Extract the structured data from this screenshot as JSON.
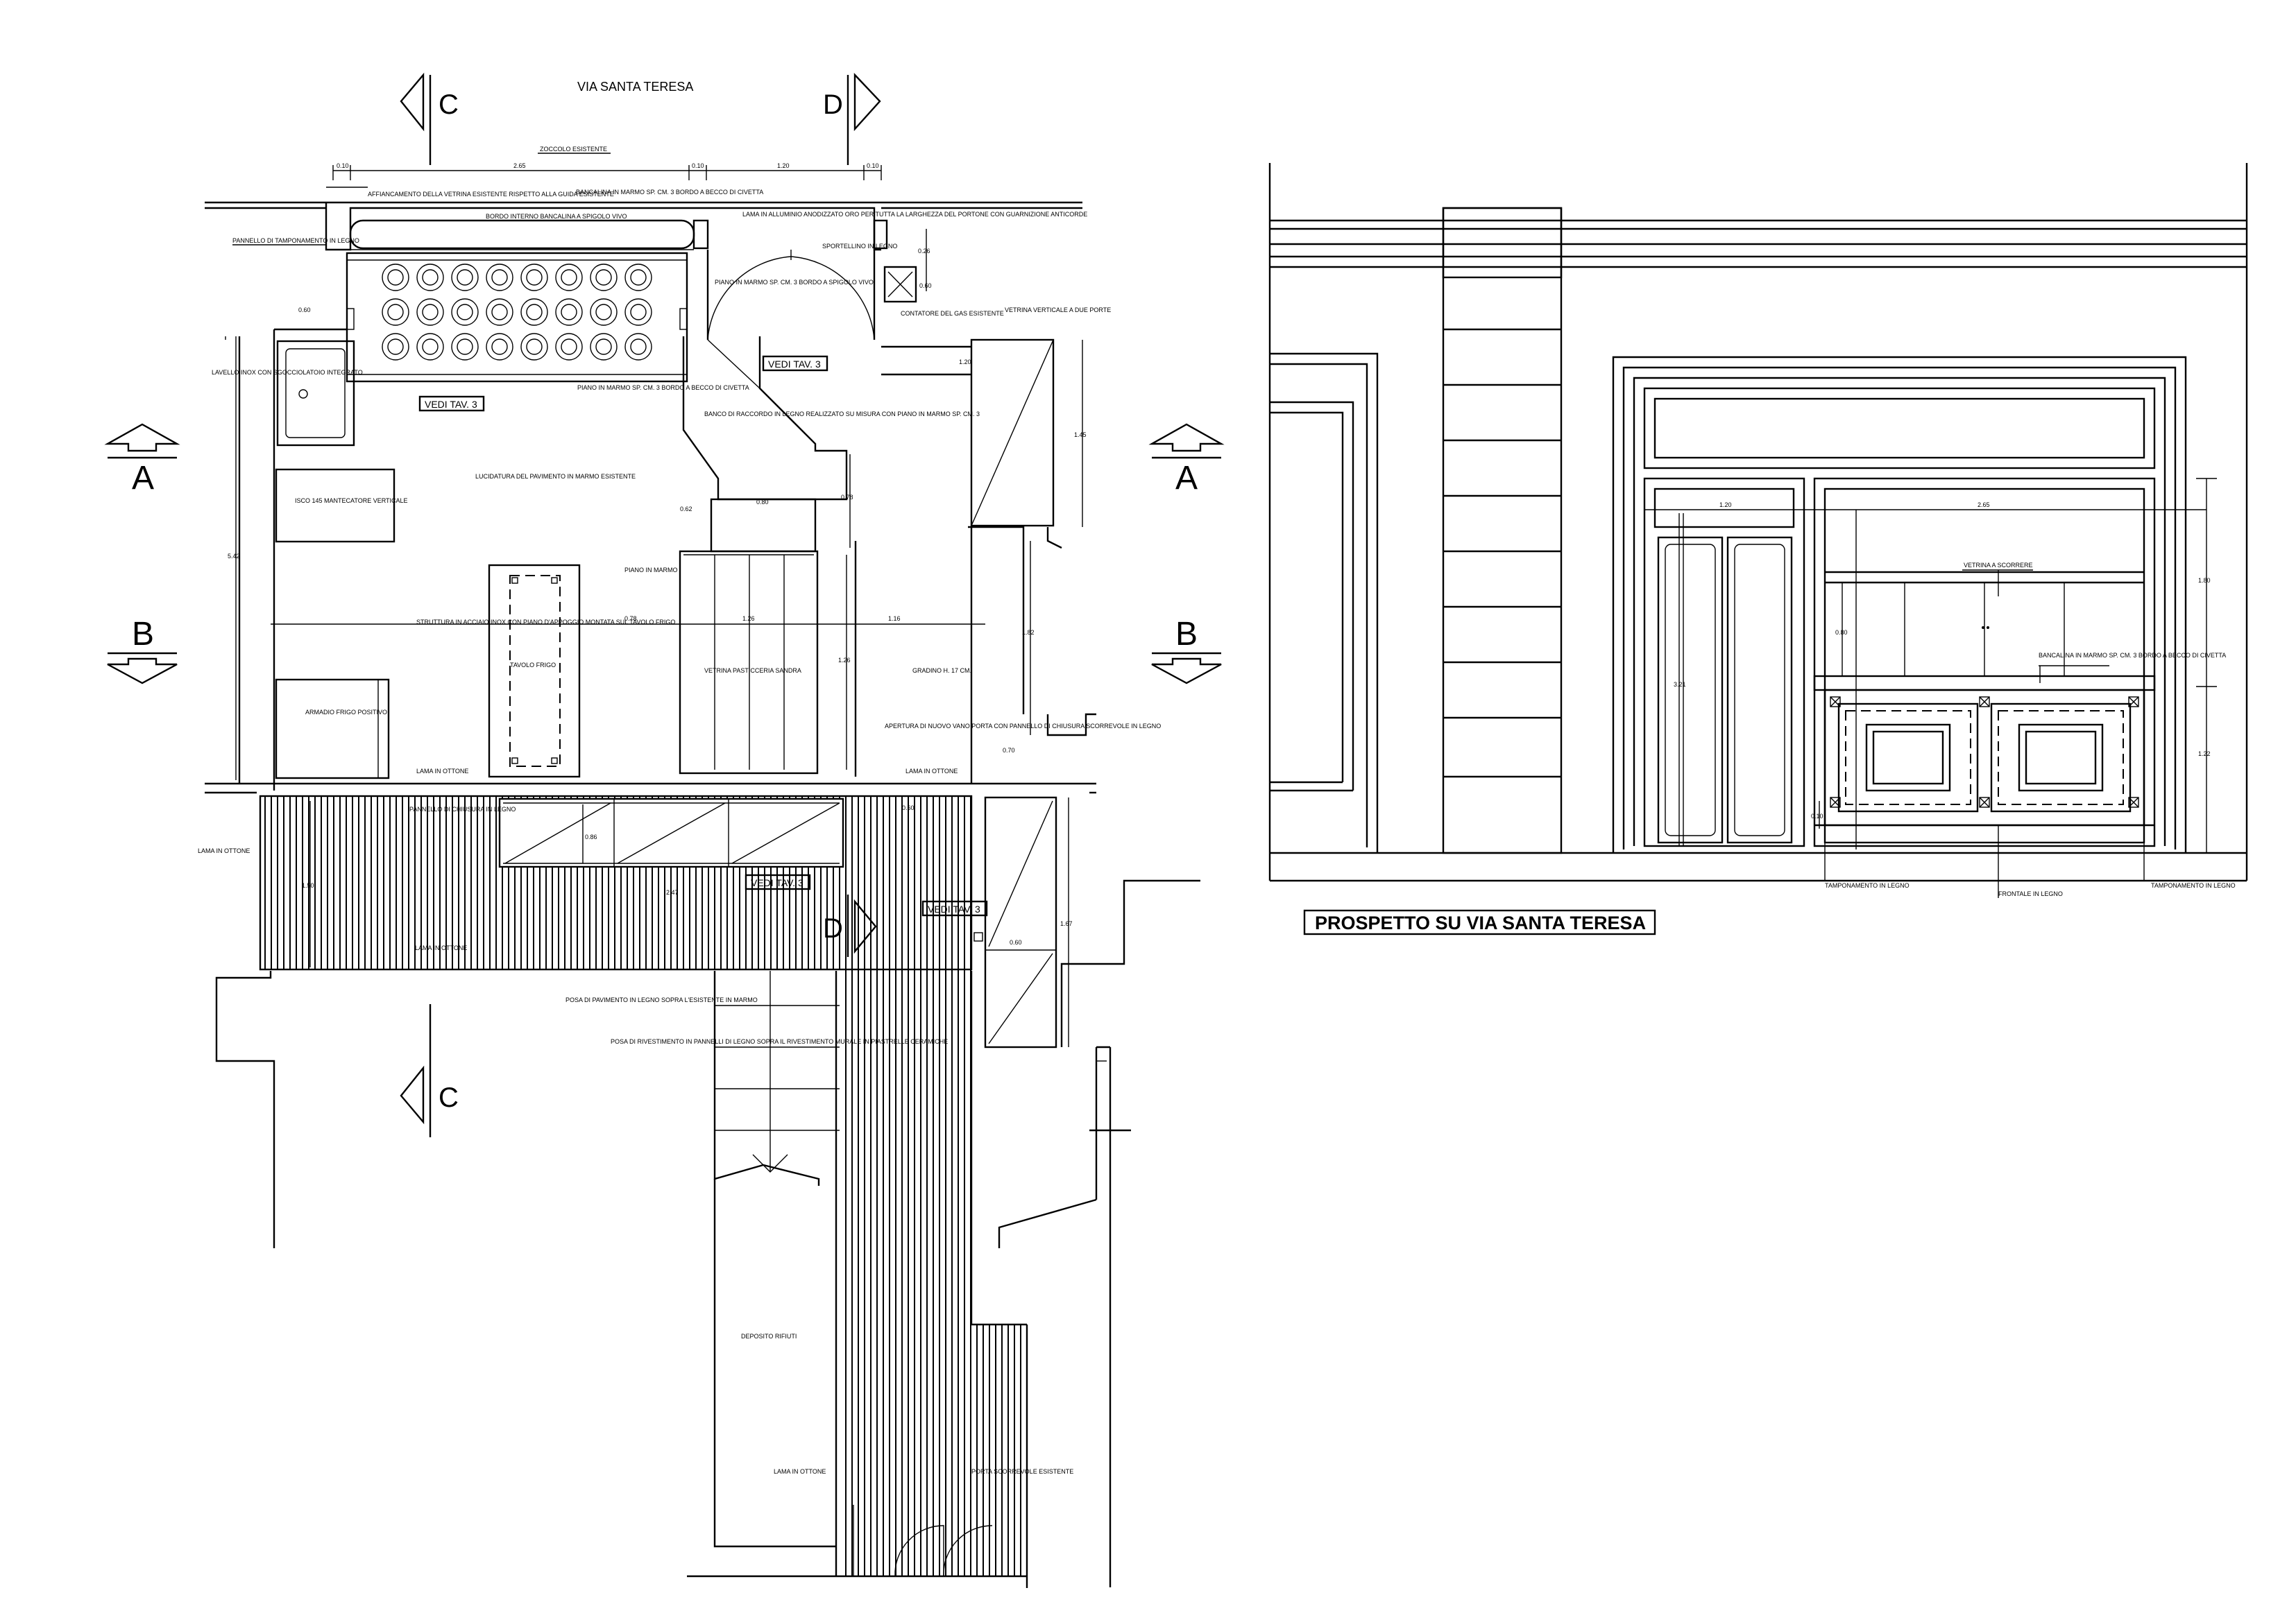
{
  "plan": {
    "street_label": "VIA SANTA TERESA",
    "section_c": "C",
    "section_d": "D",
    "section_a": "A",
    "section_b": "B",
    "vedi_tav": "VEDI TAV. 3",
    "dims": {
      "d_010a": "0.10",
      "d_265": "2.65",
      "d_010b": "0.10",
      "d_120": "1.20",
      "d_010c": "0.10",
      "d_060": "0.60",
      "d_542": "5.42",
      "d_026": "0.26",
      "d_060b": "0.60",
      "d_120b": "1.20",
      "d_145": "1.45",
      "d_080": "0.80",
      "d_078": "0.78",
      "d_062": "0.62",
      "d_078b": "0.78",
      "d_126": "1.26",
      "d_116": "1.16",
      "d_126b": "1.26",
      "d_182": "1.82",
      "d_070": "0.70",
      "d_060c": "0.60",
      "d_086": "0.86",
      "d_160": "1.60",
      "d_247": "2.47",
      "d_150": "1.50",
      "d_060d": "0.60",
      "d_167": "1.67"
    },
    "notes": {
      "zoccolo": "ZOCCOLO ESISTENTE",
      "affiancamento": "AFFIANCAMENTO DELLA VETRINA ESISTENTE RISPETTO ALLA GUIDA ESISTENTE",
      "pannello_tamponamento": "PANNELLO DI TAMPONAMENTO IN LEGNO",
      "bordo_interno": "BORDO INTERNO BANCALINA A SPIGOLO VIVO",
      "bancalina": "BANCALINA IN MARMO SP. CM. 3 BORDO A BECCO DI CIVETTA",
      "lama_alluminio": "LAMA IN ALLUMINIO ANODIZZATO ORO PER TUTTA LA LARGHEZZA DEL PORTONE CON GUARNIZIONE ANTICORDE",
      "piano_marmo_vivo": "PIANO IN MARMO SP. CM. 3 BORDO A SPIGOLO VIVO",
      "sportellino": "SPORTELLINO IN LEGNO",
      "contatore": "CONTATORE DEL GAS ESISTENTE",
      "vetrina_verticale": "VETRINA VERTICALE A DUE PORTE",
      "lavello": "LAVELLO INOX CON SGOCCIOLATOIO INTEGRATO",
      "piano_marmo_becco": "PIANO IN MARMO SP. CM. 3 BORDO A BECCO DI CIVETTA",
      "banco_raccordo": "BANCO DI RACCORDO IN LEGNO REALIZZATO SU MISURA CON PIANO IN MARMO SP. CM. 3",
      "mantecatore": "ISCO 145 MANTECATORE VERTICALE",
      "lucidatura": "LUCIDATURA DEL PAVIMENTO IN MARMO ESISTENTE",
      "piano_marmo": "PIANO IN MARMO",
      "struttura": "STRUTTURA IN ACCIAIO INOX CON PIANO D'APPOGGIO MONTATA SUL TAVOLO FRIGO",
      "tavolo_frigo": "TAVOLO FRIGO",
      "vetrina_pasticceria": "VETRINA PASTICCERIA SANDRA",
      "gradino": "GRADINO H. 17 CM.",
      "apertura": "APERTURA DI NUOVO VANO PORTA CON PANNELLO DI CHIUSURA SCORREVOLE IN LEGNO",
      "armadio_frigo": "ARMADIO FRIGO POSITIVO",
      "lama_ottone_1": "LAMA IN OTTONE",
      "lama_ottone_2": "LAMA IN OTTONE",
      "lama_ottone_3": "LAMA IN OTTONE",
      "lama_ottone_4": "LAMA IN OTTONE",
      "lama_ottone_5": "LAMA IN OTTONE",
      "pannello_legno": "PANNELLO DI CHIUSURA IN LEGNO",
      "posa_pavimento": "POSA DI PAVIMENTO IN LEGNO SOPRA L'ESISTENTE IN MARMO",
      "posa_rivestimento": "POSA DI RIVESTIMENTO IN PANNELLI DI LEGNO SOPRA IL RIVESTIMENTO MURALE IN PIASTRELLE CERAMICHE",
      "deposito": "DEPOSITO RIFIUTI",
      "porta_esistente": "PORTA SCORREVOLE ESISTENTE"
    }
  },
  "elevation": {
    "title": "PROSPETTO SU VIA SANTA TERESA",
    "dims": {
      "w_120": "1.20",
      "w_265": "2.65",
      "h_321": "3.21",
      "h_080": "0.80",
      "h_180": "1.80",
      "h_122": "1.22",
      "h_010": "0.10"
    },
    "notes": {
      "vetrina_scorrere": "VETRINA A SCORRERE",
      "bancalina": "BANCALINA IN MARMO SP. CM. 3 BORDO A BECCO DI CIVETTA",
      "tamponamento_sx": "TAMPONAMENTO IN LEGNO",
      "frontale": "FRONTALE IN LEGNO",
      "tamponamento_dx": "TAMPONAMENTO IN LEGNO"
    }
  }
}
